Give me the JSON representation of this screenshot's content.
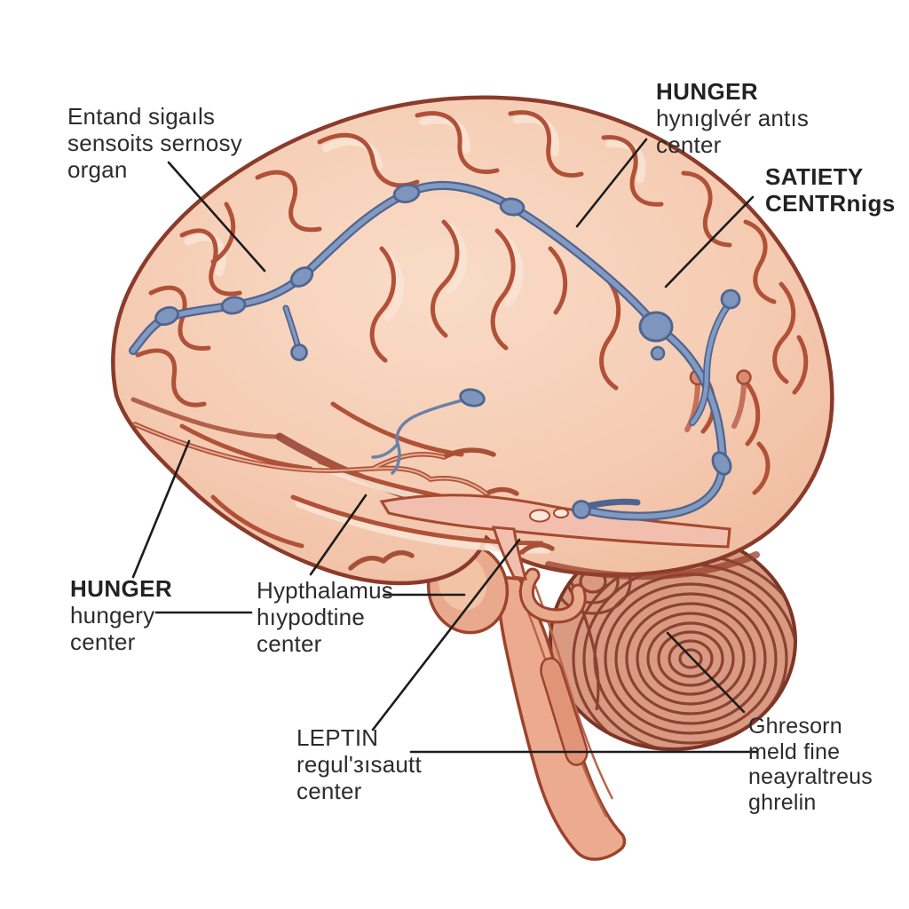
{
  "illustration": {
    "name": "brain-hunger-satiety-diagram",
    "labels": {
      "input_signals": {
        "lines": [
          "Entand sigaıls",
          "sensoits sernosy",
          "organ"
        ]
      },
      "hunger_top": {
        "lines": [
          "HUNGER",
          "hynıglvér antıs",
          "center"
        ]
      },
      "satiety": {
        "lines": [
          "SATIETY",
          "CENTRnigs"
        ]
      },
      "hunger_left": {
        "lines": [
          "HUNGER",
          "hungery",
          "center"
        ]
      },
      "hypothalamus": {
        "lines": [
          "Hypthalamus",
          "hıypodtine",
          "center"
        ]
      },
      "leptin": {
        "lines": [
          "LEPTIN",
          "regul'зısautt",
          "center"
        ]
      },
      "ghrelin": {
        "lines": [
          "Ghresorn",
          "meld fine",
          "neayraltreus",
          "ghrelin"
        ]
      }
    },
    "icons": {
      "pathway_nodes": "neural-node-ovals",
      "pathway": "blue-neural-pathway"
    },
    "colors": {
      "cortex": "#f5cbb2",
      "cortex_highlight": "#fae4d3",
      "gyri_line": "#b05138",
      "deep_sulcus": "#93402e",
      "outline": "#8a3b2c",
      "pathway_blue": "#7e95bd",
      "pathway_blue_dark": "#4f6590",
      "cerebellum_base": "#d99a81",
      "cerebellum_stripe": "#7d3526",
      "brainstem": "#ecab8e",
      "vessel_pink": "#c4705a",
      "leader_line": "#1c1c1c",
      "text": "#2c2c2c"
    }
  }
}
